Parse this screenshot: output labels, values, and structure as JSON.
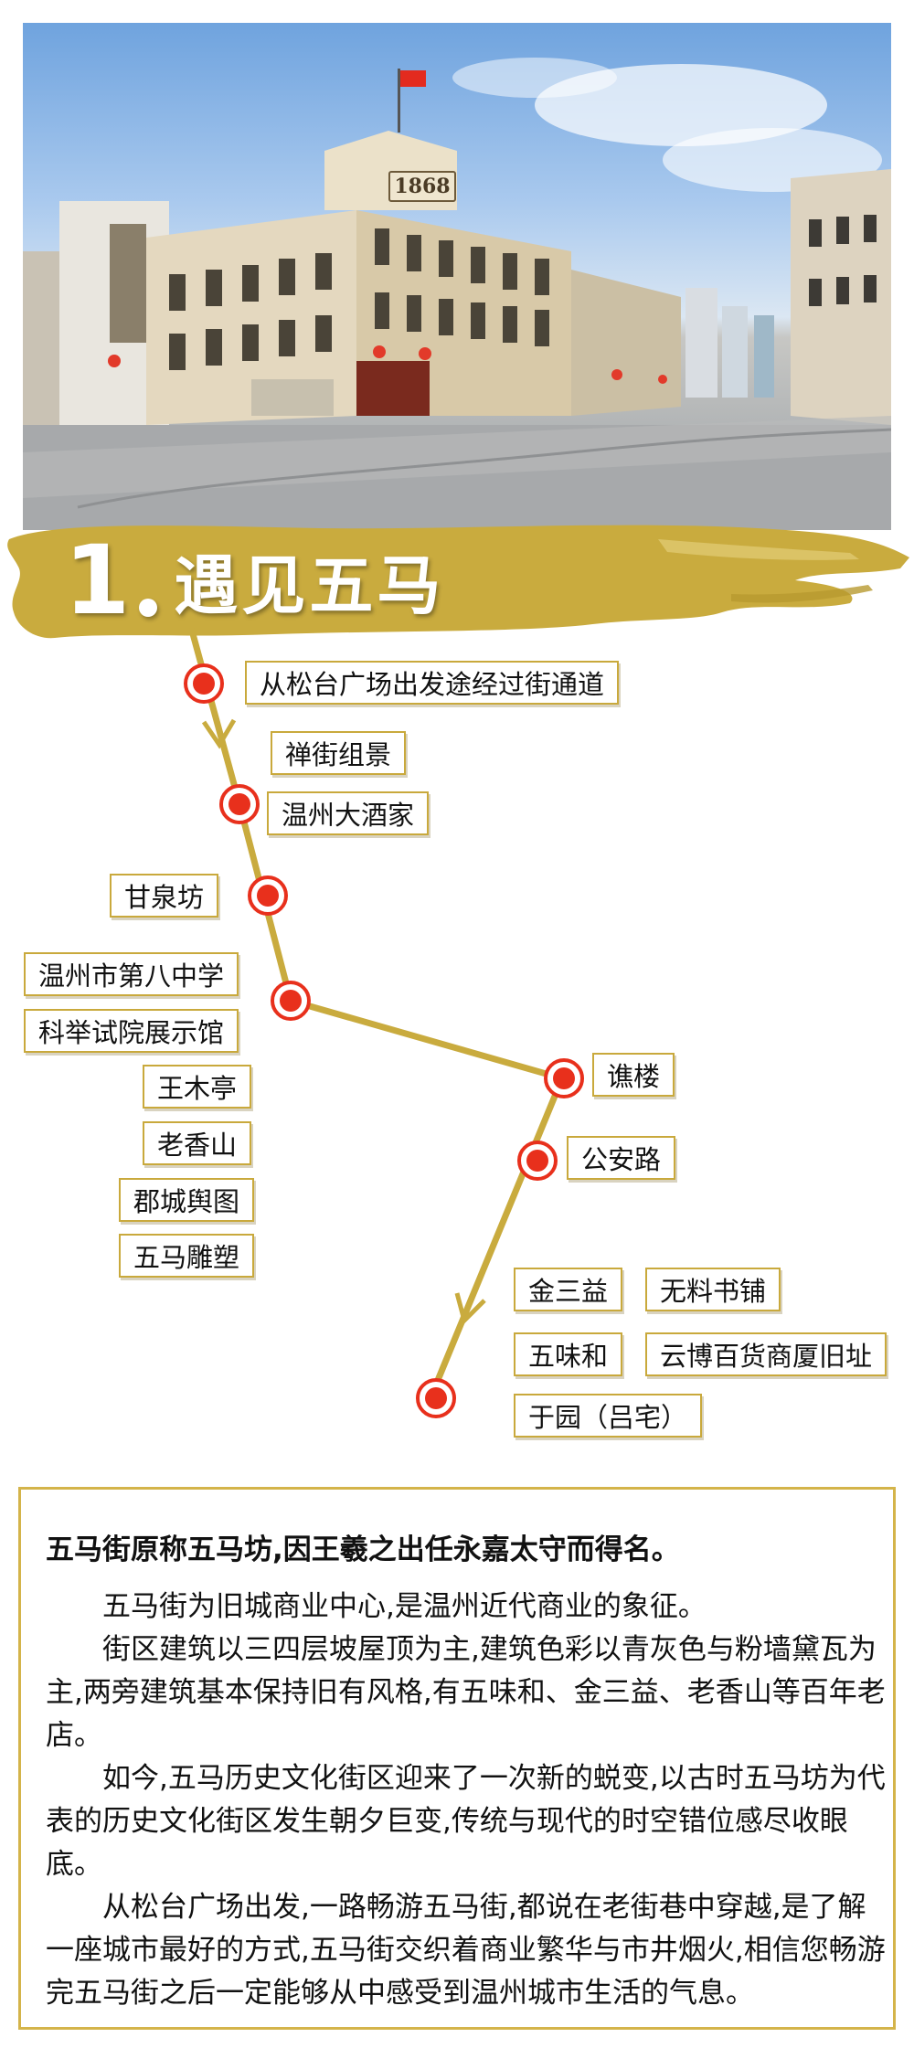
{
  "photo": {
    "year_sign": "1868",
    "colors": {
      "sky": "#6fa3de",
      "building": "#e2d6bd",
      "street": "#9aa0a6"
    }
  },
  "section": {
    "number": "1",
    "title": "遇见五马",
    "banner_color": "#c9ab3e"
  },
  "route": {
    "line_color": "#c9ab3e",
    "marker_color": "#e8301c",
    "stops": {
      "start": "从松台广场出发途经过街通道",
      "chanjie": "禅街组景",
      "hotel": "温州大酒家",
      "ganquan": "甘泉坊",
      "school": "温州市第八中学",
      "exam": "科举试院展示馆",
      "wangmu": "王木亭",
      "laoxiangshan": "老香山",
      "juncheng": "郡城舆图",
      "sculpture": "五马雕塑",
      "qiaolou": "谯楼",
      "gonganlu": "公安路",
      "jinsanyi": "金三益",
      "wuliao": "无料书铺",
      "wuweihe": "五味和",
      "yunbo": "云博百货商厦旧址",
      "yuyuan": "于园（吕宅）"
    }
  },
  "card": {
    "title": "五马街原称五马坊,因王羲之出任永嘉太守而得名。",
    "paragraphs": [
      "五马街为旧城商业中心,是温州近代商业的象征。",
      "街区建筑以三四层坡屋顶为主,建筑色彩以青灰色与粉墙黛瓦为主,两旁建筑基本保持旧有风格,有五味和、金三益、老香山等百年老店。",
      "如今,五马历史文化街区迎来了一次新的蜕变,以古时五马坊为代表的历史文化街区发生朝夕巨变,传统与现代的时空错位感尽收眼底。",
      "从松台广场出发,一路畅游五马街,都说在老街巷中穿越,是了解一座城市最好的方式,五马街交织着商业繁华与市井烟火,相信您畅游完五马街之后一定能够从中感受到温州城市生活的气息。"
    ],
    "border_color": "#d4b44a"
  }
}
